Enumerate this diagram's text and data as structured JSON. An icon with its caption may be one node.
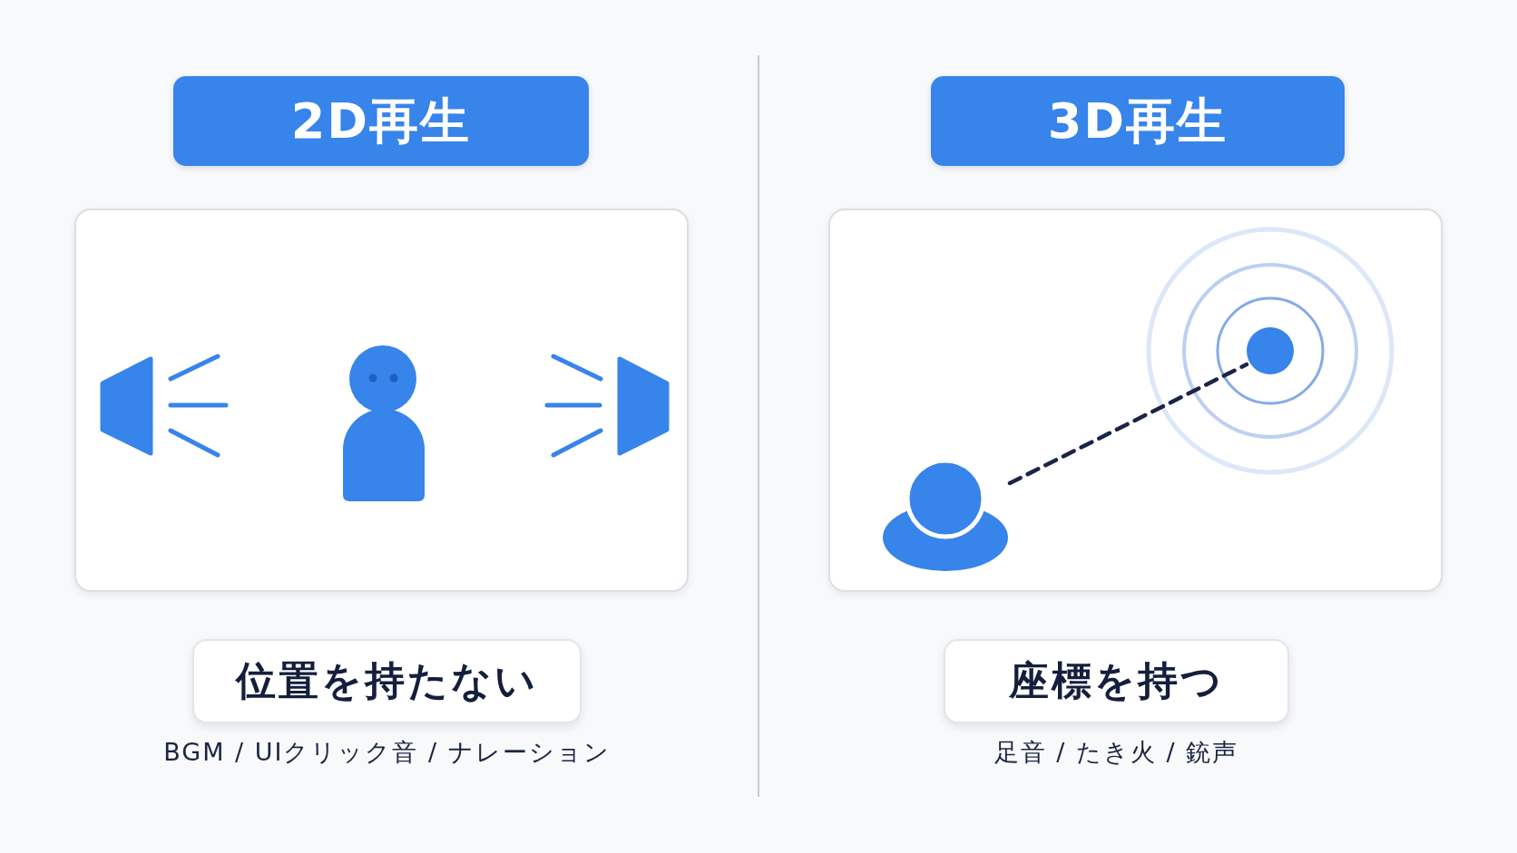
{
  "diagram": {
    "nodes": [
      {
        "text": [
          "2D再生"
        ]
      },
      {
        "text": [],
        "shape": "box"
      },
      {
        "text": [
          "位置を持たない"
        ],
        "beside": [
          "BGM / UIクリック音 / ナレーション"
        ]
      },
      {
        "text": [
          "3D再生"
        ]
      },
      {
        "text": [],
        "shape": "box"
      },
      {
        "text": [],
        "shape": "person",
        "in": 4
      },
      {
        "text": [],
        "shape": "circle",
        "in": 4
      },
      {
        "text": [
          "座標を持つ"
        ],
        "beside": [
          "足音 / たき火 / 銃声"
        ]
      }
    ],
    "edges": [
      {
        "from": 5,
        "to": 6,
        "arrow": "none",
        "style": "dashed"
      }
    ]
  }
}
